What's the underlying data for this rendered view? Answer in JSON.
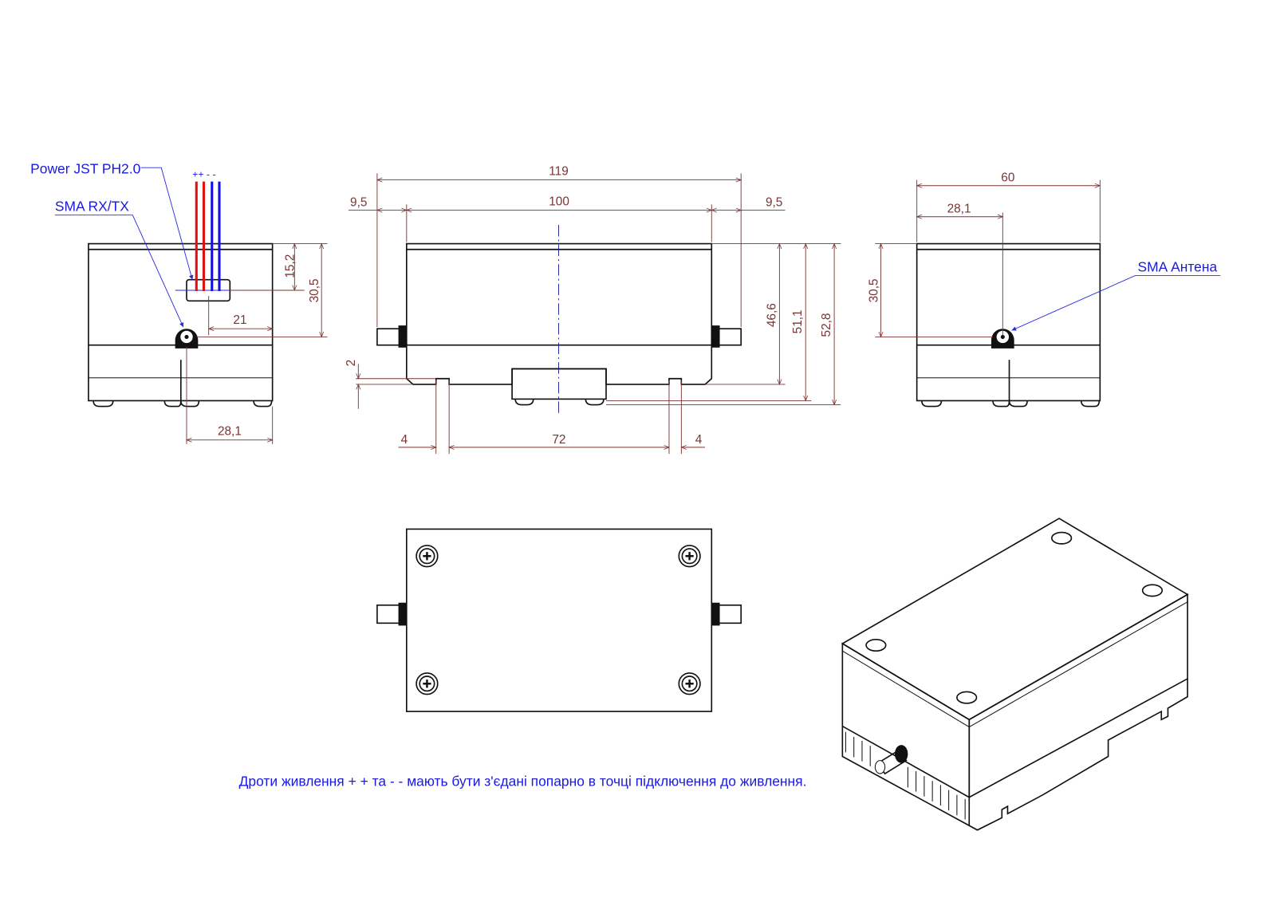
{
  "labels": {
    "power_connector": "Power JST PH2.0",
    "sma_rxtx": "SMA  RX/TX",
    "sma_antenna": "SMA  Антена",
    "wire_polarity": "++ - -",
    "note": "Дроти живлення + + та - - мають бути з'єдані попарно в точці підключення до живлення."
  },
  "colors": {
    "dimension": "#7b3434",
    "annotation": "#1a1adf",
    "wire_positive": "#e01010",
    "wire_negative": "#1010e0"
  },
  "left_view": {
    "dim_15_2": "15,2",
    "dim_30_5": "30,5",
    "dim_21": "21",
    "dim_28_1": "28,1"
  },
  "front_view": {
    "dim_119": "119",
    "dim_100": "100",
    "dim_9_5_left": "9,5",
    "dim_9_5_right": "9,5",
    "dim_46_6": "46,6",
    "dim_51_1": "51,1",
    "dim_52_8": "52,8",
    "dim_2": "2",
    "dim_4_left": "4",
    "dim_72": "72",
    "dim_4_right": "4"
  },
  "right_view": {
    "dim_60": "60",
    "dim_28_1": "28,1",
    "dim_30_5": "30,5"
  }
}
